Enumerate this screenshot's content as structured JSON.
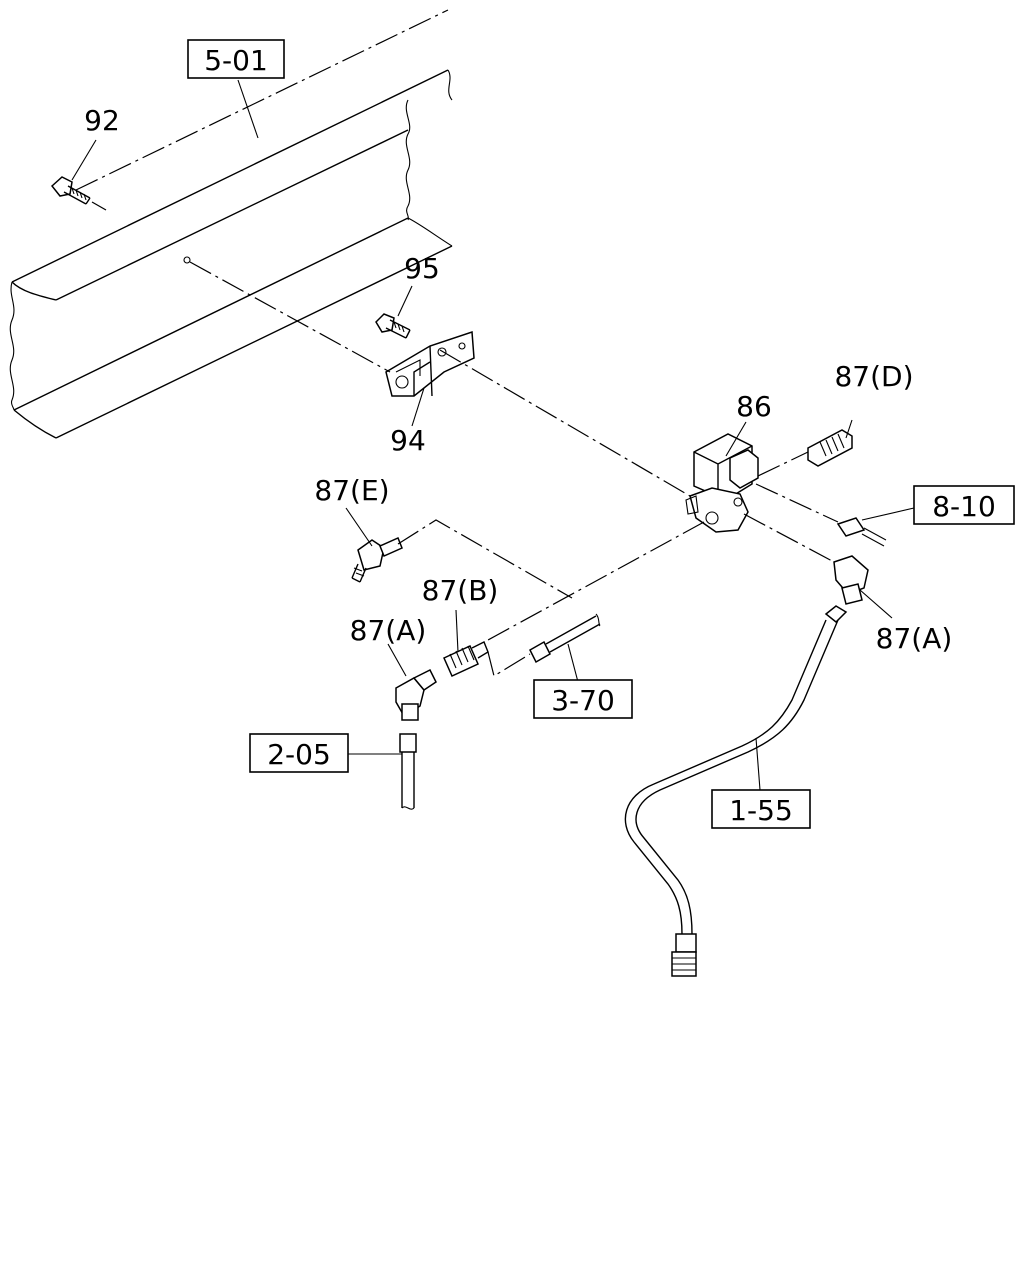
{
  "diagram": {
    "ref_boxes": {
      "r501": "5-01",
      "r810": "8-10",
      "r370": "3-70",
      "r205": "2-05",
      "r155": "1-55"
    },
    "callouts": {
      "c92": "92",
      "c95": "95",
      "c94": "94",
      "c86": "86",
      "c87d": "87(D)",
      "c87e": "87(E)",
      "c87b": "87(B)",
      "c87a_left": "87(A)",
      "c87a_right": "87(A)"
    }
  }
}
